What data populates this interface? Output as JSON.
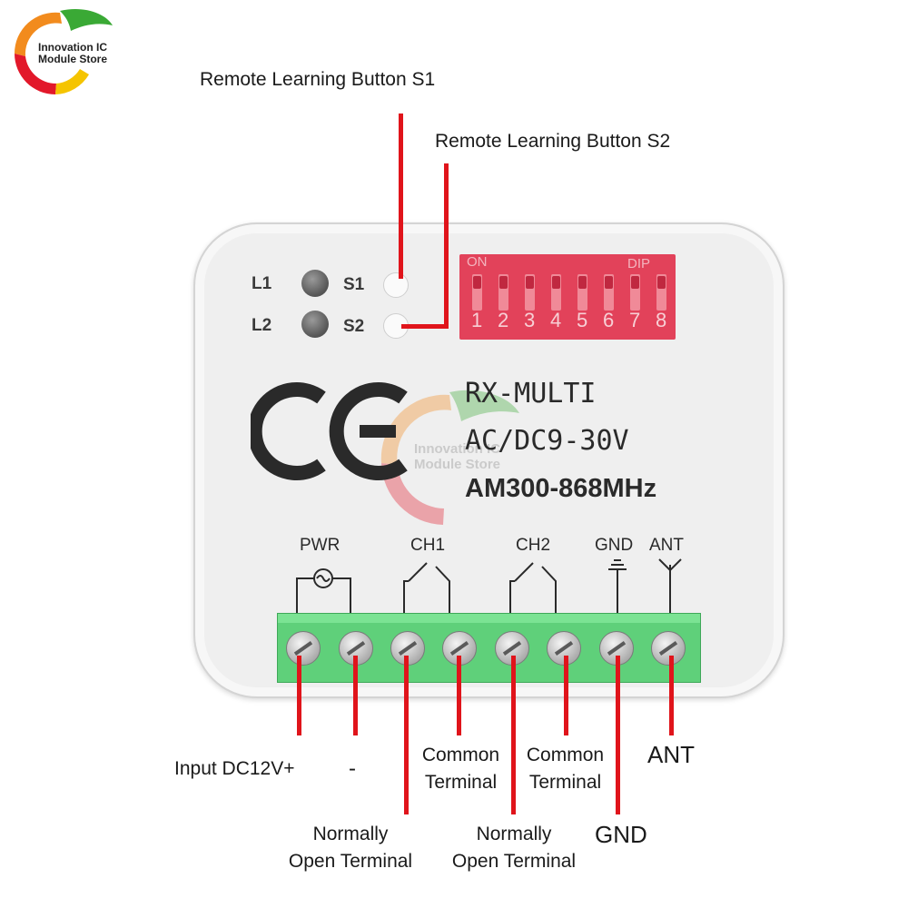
{
  "logo": {
    "text_line1": "Innovation IC",
    "text_line2": "Module Store"
  },
  "watermark": {
    "line1": "Innovation IC",
    "line2": "Module Store"
  },
  "callouts": {
    "s1": "Remote Learning Button S1",
    "s2": "Remote Learning Button S2"
  },
  "device": {
    "led1": "L1",
    "led2": "L2",
    "btn1": "S1",
    "btn2": "S2",
    "dip_on": "ON",
    "dip_label": "DIP",
    "dip_numbers": [
      "1",
      "2",
      "3",
      "4",
      "5",
      "6",
      "7",
      "8"
    ],
    "ce_mark": "CE",
    "model": "RX-MULTI",
    "voltage": "AC/DC9-30V",
    "frequency": "AM300-868MHz",
    "terminal_groups": {
      "pwr": "PWR",
      "ch1": "CH1",
      "ch2": "CH2",
      "gnd": "GND",
      "ant": "ANT"
    }
  },
  "pins": {
    "p1": "Input DC12V+",
    "p2": "-",
    "p3_line1": "Normally",
    "p3_line2": "Open Terminal",
    "p4_line1": "Common",
    "p4_line2": "Terminal",
    "p5_line1": "Normally",
    "p5_line2": "Open Terminal",
    "p6_line1": "Common",
    "p6_line2": "Terminal",
    "p7": "GND",
    "p8": "ANT"
  },
  "colors": {
    "accent_red": "#e0141b",
    "terminal_green": "#5fd07a",
    "dip_red": "#e2425a"
  }
}
